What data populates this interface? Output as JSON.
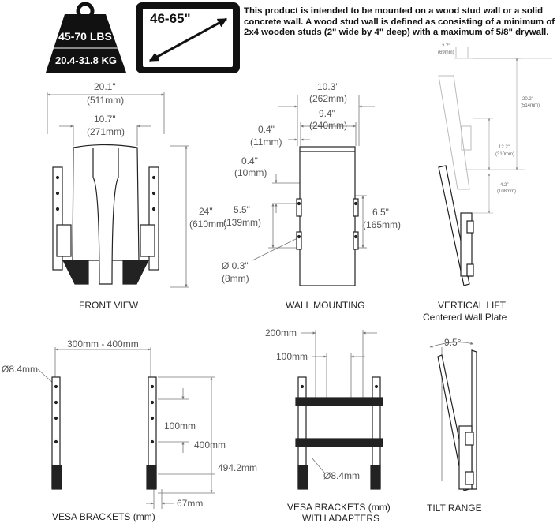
{
  "badge": {
    "weight_lbs": "45-70 LBS",
    "weight_kg": "20.4-31.8 KG",
    "screen_size": "46-65\""
  },
  "notice": "This product is intended to be mounted on a wood stud wall or a solid concrete wall.  A wood stud wall is defined as consisting of a minimum of 2x4 wooden studs (2\" wide by 4\" deep) with a maximum of 5/8\" drywall.",
  "front_view": {
    "caption": "FRONT VIEW",
    "width_total": "20.1\"",
    "width_total_mm": "(511mm)",
    "width_inner": "10.7\"",
    "width_inner_mm": "(271mm)",
    "height": "24\"",
    "height_mm": "(610mm)"
  },
  "wall_mounting": {
    "caption": "WALL MOUNTING",
    "width_outer": "10.3\"",
    "width_outer_mm": "(262mm)",
    "width_inner": "9.4\"",
    "width_inner_mm": "(240mm)",
    "offset_side": "0.4\"",
    "offset_side_mm": "(11mm)",
    "offset_top": "0.4\"",
    "offset_top_mm": "(10mm)",
    "left_spacing": "5.5\"",
    "left_spacing_mm": "(139mm)",
    "right_spacing": "6.5\"",
    "right_spacing_mm": "(165mm)",
    "hole": "Ø 0.3\"",
    "hole_mm": "(8mm)"
  },
  "vertical_lift": {
    "caption_line1": "VERTICAL LIFT",
    "caption_line2": "Centered Wall Plate",
    "d1": "2.7\"",
    "d1_mm": "(69mm)",
    "d2": "20.2\"",
    "d2_mm": "(514mm)",
    "d3": "12.2\"",
    "d3_mm": "(310mm)",
    "d4": "4.2\"",
    "d4_mm": "(108mm)"
  },
  "vesa_brackets": {
    "caption": "VESA BRACKETS (mm)",
    "range": "300mm - 400mm",
    "hole": "Ø8.4mm",
    "d100": "100mm",
    "d400": "400mm",
    "d494": "494.2mm",
    "d67": "67mm"
  },
  "vesa_adapters": {
    "caption_line1": "VESA BRACKETS (mm)",
    "caption_line2": "WITH ADAPTERS",
    "d200": "200mm",
    "d100": "100mm",
    "hole": "Ø8.4mm"
  },
  "tilt_range": {
    "caption": "TILT RANGE",
    "angle": "9.5°"
  }
}
